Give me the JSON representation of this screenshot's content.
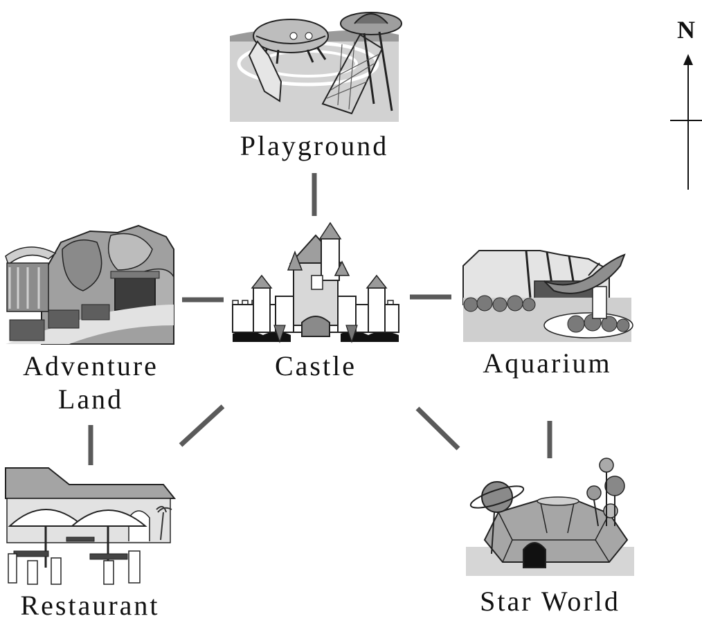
{
  "compass": {
    "label": "N",
    "icon": "north-arrow-icon"
  },
  "places": {
    "playground": {
      "label": "Playground",
      "icon": "playground-icon"
    },
    "adventure_land": {
      "label_line1": "Adventure",
      "label_line2": "Land",
      "icon": "cave-train-icon"
    },
    "castle": {
      "label": "Castle",
      "icon": "castle-icon"
    },
    "aquarium": {
      "label": "Aquarium",
      "icon": "aquarium-dolphin-icon"
    },
    "restaurant": {
      "label": "Restaurant",
      "icon": "umbrella-tables-icon"
    },
    "star_world": {
      "label": "Star World",
      "icon": "planet-dome-icon"
    }
  },
  "colors": {
    "path": "#5a5a5a",
    "outline": "#222222",
    "light_gray": "#d9d9d9",
    "mid_gray": "#a8a8a8",
    "dark_gray": "#6e6e6e"
  }
}
